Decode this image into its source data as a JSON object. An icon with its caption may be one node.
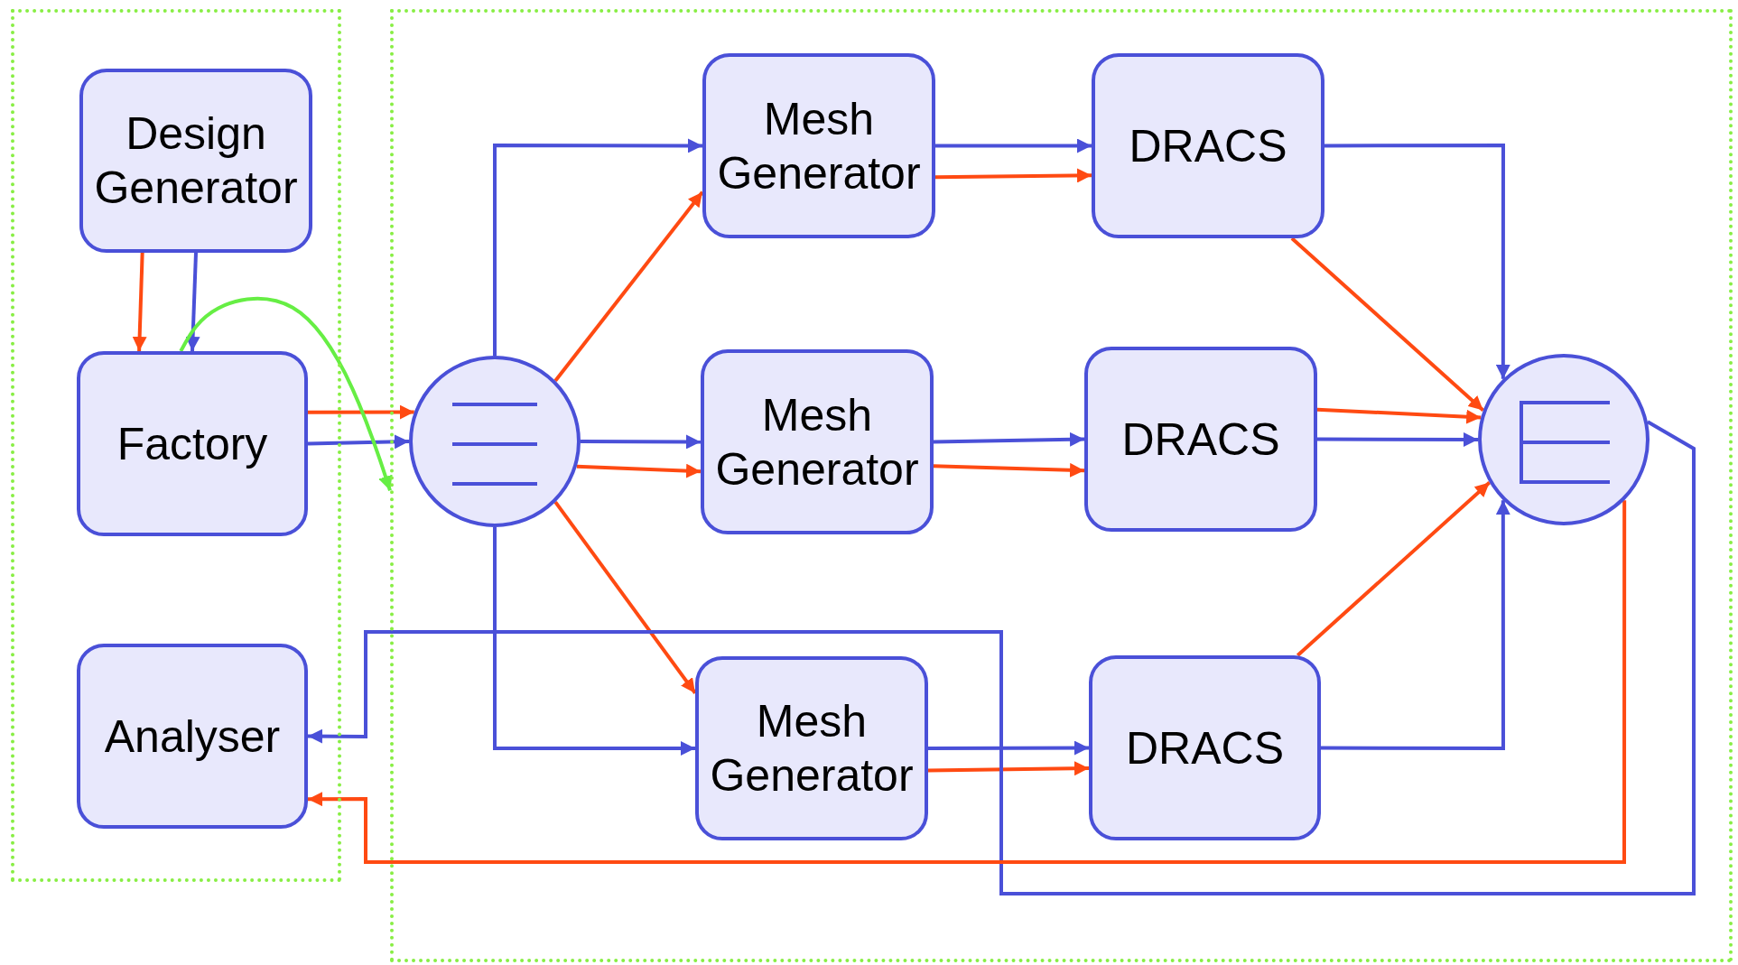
{
  "diagram": {
    "nodes": [
      {
        "text": [],
        "shape": "box"
      },
      {
        "text": [
          "Design Generator"
        ],
        "in": 0
      },
      {
        "text": [
          "Factory"
        ],
        "in": 0
      },
      {
        "text": [
          "Analyser"
        ],
        "in": 0
      },
      {
        "text": [],
        "shape": "box"
      },
      {
        "text": [],
        "shape": "circle",
        "in": 4
      },
      {
        "text": [
          "Mesh Generator"
        ],
        "in": 4
      },
      {
        "text": [
          "DRACS"
        ],
        "in": 4
      },
      {
        "text": [
          "Mesh Generator"
        ],
        "in": 4
      },
      {
        "text": [
          "DRACS"
        ],
        "in": 4
      },
      {
        "text": [],
        "shape": "circle",
        "in": 4
      },
      {
        "text": [
          "Mesh Generator"
        ],
        "in": 4
      },
      {
        "text": [
          "DRACS"
        ],
        "in": 4
      }
    ],
    "edges": [
      {
        "from": 1,
        "to": 2,
        "arrow": "to",
        "color": "#4a50d8"
      },
      {
        "from": 1,
        "to": 2,
        "arrow": "to",
        "color": "#ff4a12"
      },
      {
        "from": 2,
        "to": 5,
        "arrow": "to",
        "color": "#4a50d8"
      },
      {
        "from": 2,
        "to": 5,
        "arrow": "to",
        "color": "#ff4a12"
      },
      {
        "from": 2,
        "to": 4,
        "arrow": "to",
        "color": "#66ee44"
      },
      {
        "from": 5,
        "to": 6,
        "arrow": "to",
        "color": "#4a50d8"
      },
      {
        "from": 5,
        "to": 6,
        "arrow": "to",
        "color": "#ff4a12"
      },
      {
        "from": 5,
        "to": 8,
        "arrow": "to",
        "color": "#4a50d8"
      },
      {
        "from": 5,
        "to": 8,
        "arrow": "to",
        "color": "#ff4a12"
      },
      {
        "from": 5,
        "to": 11,
        "arrow": "to",
        "color": "#4a50d8"
      },
      {
        "from": 5,
        "to": 11,
        "arrow": "to",
        "color": "#ff4a12"
      },
      {
        "from": 6,
        "to": 7,
        "arrow": "to",
        "color": "#4a50d8"
      },
      {
        "from": 6,
        "to": 7,
        "arrow": "to",
        "color": "#ff4a12"
      },
      {
        "from": 8,
        "to": 9,
        "arrow": "to",
        "color": "#4a50d8"
      },
      {
        "from": 8,
        "to": 9,
        "arrow": "to",
        "color": "#ff4a12"
      },
      {
        "from": 11,
        "to": 12,
        "arrow": "to",
        "color": "#4a50d8"
      },
      {
        "from": 11,
        "to": 12,
        "arrow": "to",
        "color": "#ff4a12"
      },
      {
        "from": 7,
        "to": 10,
        "arrow": "to",
        "color": "#4a50d8"
      },
      {
        "from": 7,
        "to": 10,
        "arrow": "to",
        "color": "#ff4a12"
      },
      {
        "from": 9,
        "to": 10,
        "arrow": "to",
        "color": "#4a50d8"
      },
      {
        "from": 9,
        "to": 10,
        "arrow": "to",
        "color": "#ff4a12"
      },
      {
        "from": 12,
        "to": 10,
        "arrow": "to",
        "color": "#4a50d8"
      },
      {
        "from": 12,
        "to": 10,
        "arrow": "to",
        "color": "#ff4a12"
      },
      {
        "from": 10,
        "to": 3,
        "arrow": "to",
        "color": "#4a50d8"
      },
      {
        "from": 10,
        "to": 3,
        "arrow": "to",
        "color": "#ff4a12"
      }
    ]
  }
}
